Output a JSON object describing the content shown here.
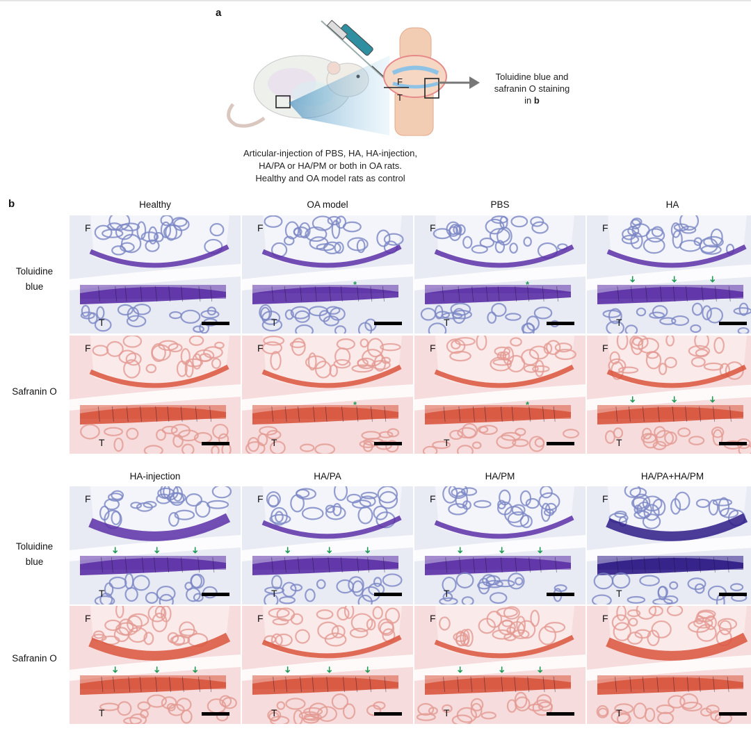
{
  "panel_a": {
    "letter": "a",
    "label_F": "F",
    "label_T": "T",
    "arrow_text_line1": "Toluidine blue and",
    "arrow_text_line2": "safranin O staining",
    "arrow_text_line3_prefix": "in ",
    "arrow_text_line3_bold": "b",
    "caption_line1": "Articular-injection of PBS, HA, HA-injection,",
    "caption_line2": "HA/PA or HA/PM or both in OA rats.",
    "caption_line3": "Healthy and OA model rats as control"
  },
  "panel_b": {
    "letter": "b",
    "groups_top": [
      "Healthy",
      "OA model",
      "PBS",
      "HA"
    ],
    "groups_bottom": [
      "HA-injection",
      "HA/PA",
      "HA/PM",
      "HA/PA+HA/PM"
    ],
    "stain_toluidine_line1": "Toluidine",
    "stain_toluidine_line2": "blue",
    "stain_safranin": "Safranin O",
    "label_F": "F",
    "label_T": "T",
    "damage_marker": "*",
    "arrow_marker": "➜"
  },
  "colors": {
    "toluidine_bg": "#e9ebf4",
    "toluidine_cartilage": "#5b2fa6",
    "toluidine_dark": "#2d1b86",
    "safranin_bg": "#f6dcdc",
    "safranin_cartilage": "#d9553d",
    "marker_green": "#1f9a55"
  }
}
